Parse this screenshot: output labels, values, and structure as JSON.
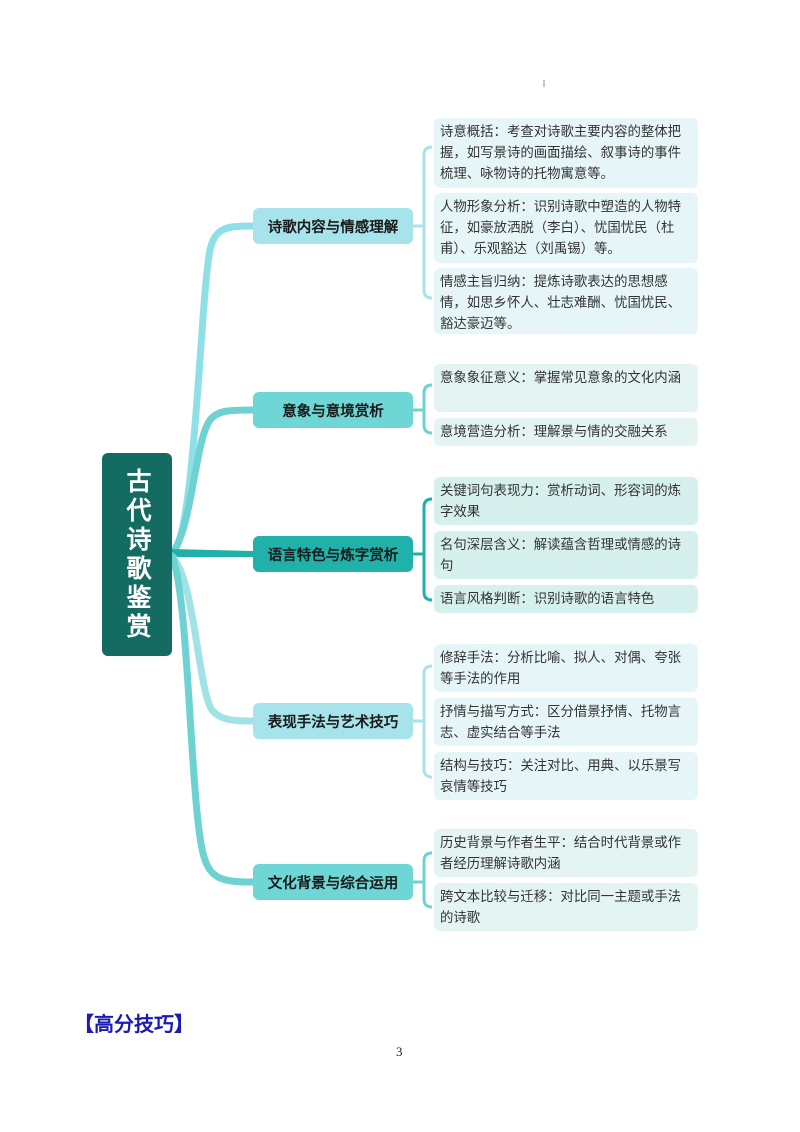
{
  "mindmap": {
    "root": {
      "label": "古代诗歌鉴赏",
      "color": "#146b62"
    },
    "branches": [
      {
        "label": "诗歌内容与情感理解",
        "color": "#a6e3eb",
        "line_color": "#8fe0e6",
        "leaf_bg": "#e6f6f8",
        "items": [
          "诗意概括：考查对诗歌主要内容的整体把握，如写景诗的画面描绘、叙事诗的事件梳理、咏物诗的托物寓意等。",
          "人物形象分析：识别诗歌中塑造的人物特征，如豪放洒脱（李白）、忧国忧民（杜甫）、乐观豁达（刘禹锡）等。",
          "情感主旨归纳：提炼诗歌表达的思想感情，如思乡怀人、壮志难酬、忧国忧民、豁达豪迈等。"
        ]
      },
      {
        "label": "意象与意境赏析",
        "color": "#6fd6d6",
        "line_color": "#6fd2d2",
        "leaf_bg": "#e3f4f3",
        "items": [
          "意象象征意义：掌握常见意象的文化内涵",
          "意境营造分析：理解景与情的交融关系"
        ]
      },
      {
        "label": "语言特色与炼字赏析",
        "color": "#20b2aa",
        "line_color": "#1fb0a6",
        "leaf_bg": "#d6f0ed",
        "items": [
          "关键词句表现力：赏析动词、形容词的炼字效果",
          "名句深层含义：解读蕴含哲理或情感的诗句",
          "语言风格判断：识别诗歌的语言特色"
        ]
      },
      {
        "label": "表现手法与艺术技巧",
        "color": "#a6e3eb",
        "line_color": "#a0e2e6",
        "leaf_bg": "#e6f6f8",
        "items": [
          "修辞手法：分析比喻、拟人、对偶、夸张等手法的作用",
          "抒情与描写方式：区分借景抒情、托物言志、虚实结合等手法",
          "结构与技巧：关注对比、用典、以乐景写哀情等技巧"
        ]
      },
      {
        "label": "文化背景与综合运用",
        "color": "#6fd6d6",
        "line_color": "#6fd2d2",
        "leaf_bg": "#e3f4f3",
        "items": [
          "历史背景与作者生平：结合时代背景或作者经历理解诗歌内涵",
          "跨文本比较与迁移：对比同一主题或手法的诗歌"
        ]
      }
    ]
  },
  "footer": {
    "section_title": "【高分技巧】",
    "page_number": "3"
  }
}
